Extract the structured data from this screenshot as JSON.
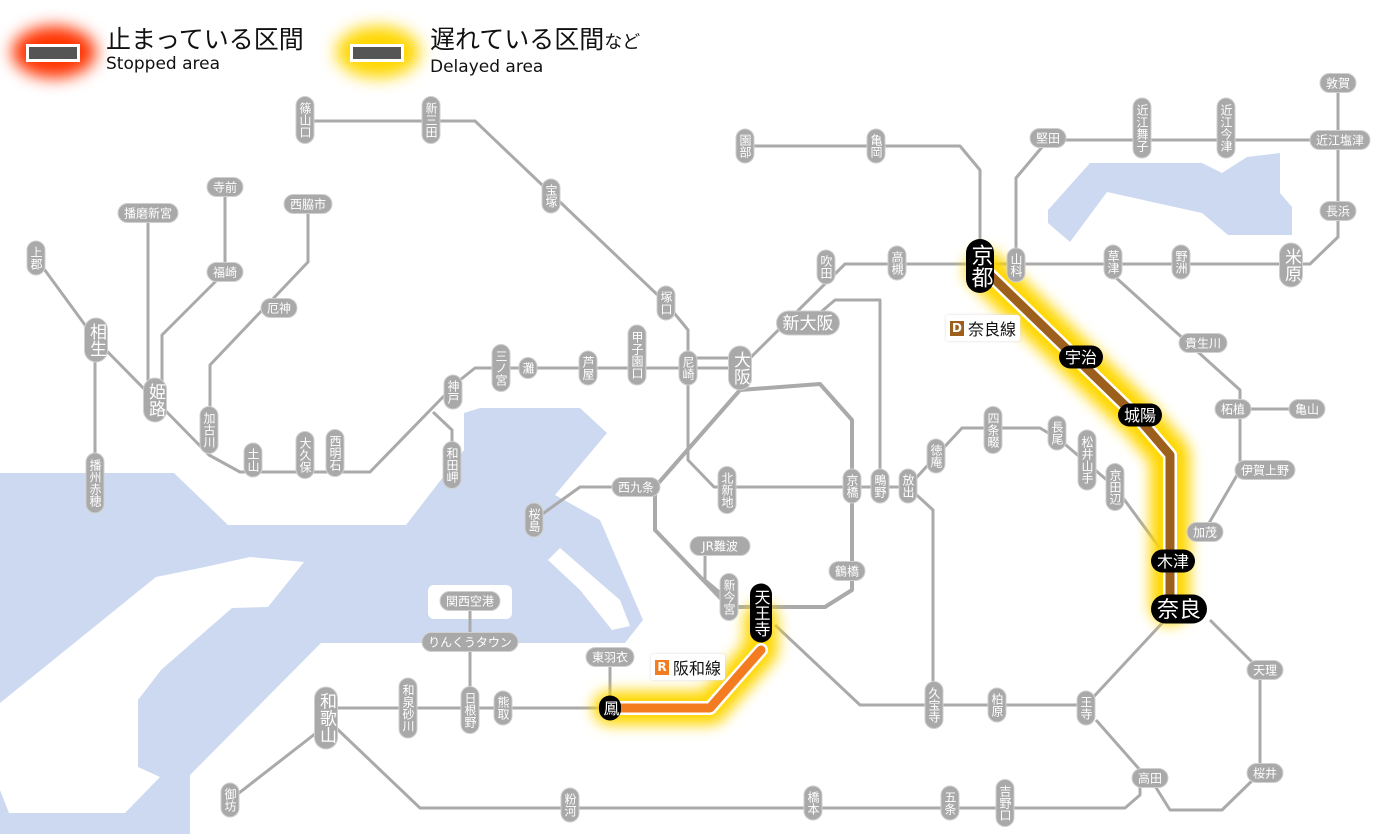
{
  "legend": {
    "stopped": {
      "jp": "止まっている区間",
      "en": "Stopped area",
      "glow_color": "#ff3300"
    },
    "delayed": {
      "jp": "遅れている区間",
      "jp_suffix": "など",
      "en": "Delayed area",
      "glow_color": "#ffd700"
    }
  },
  "line_labels": {
    "nara": {
      "code": "D",
      "name": "奈良線",
      "color": "#9c5f1c",
      "status": "delayed"
    },
    "hanwa": {
      "code": "R",
      "name": "阪和線",
      "color": "#f47c20",
      "status": "delayed"
    }
  },
  "colors": {
    "water": "#cdd9f1",
    "track": "#aaaaaa",
    "station": "#a9a9a9",
    "major_station": "#000000",
    "glow": "#ffd700"
  },
  "stations": [
    {
      "id": "kamigori",
      "name": "上郡"
    },
    {
      "id": "aioi",
      "name": "相生"
    },
    {
      "id": "banshu-ako",
      "name": "播州赤穂"
    },
    {
      "id": "harima-shingu",
      "name": "播磨新宮"
    },
    {
      "id": "himeji",
      "name": "姫路"
    },
    {
      "id": "teramae",
      "name": "寺前"
    },
    {
      "id": "fukusaki",
      "name": "福崎"
    },
    {
      "id": "nishiwakishi",
      "name": "西脇市"
    },
    {
      "id": "yakujin",
      "name": "厄神"
    },
    {
      "id": "kakogawa",
      "name": "加古川"
    },
    {
      "id": "tsuchiyama",
      "name": "土山"
    },
    {
      "id": "okubo",
      "name": "大久保"
    },
    {
      "id": "nishi-akashi",
      "name": "西明石"
    },
    {
      "id": "sasayamaguchi",
      "name": "篠山口"
    },
    {
      "id": "shin-sanda",
      "name": "新三田"
    },
    {
      "id": "takarazuka",
      "name": "宝塚"
    },
    {
      "id": "kobe",
      "name": "神戸"
    },
    {
      "id": "wadamisaki",
      "name": "和田岬"
    },
    {
      "id": "sannomiya",
      "name": "三ノ宮"
    },
    {
      "id": "nada",
      "name": "灘"
    },
    {
      "id": "ashiya",
      "name": "芦屋"
    },
    {
      "id": "koshienguchi",
      "name": "甲子園口"
    },
    {
      "id": "tsukaguchi",
      "name": "塚口"
    },
    {
      "id": "amagasaki",
      "name": "尼崎"
    },
    {
      "id": "osaka",
      "name": "大阪"
    },
    {
      "id": "suita",
      "name": "吹田"
    },
    {
      "id": "takatsuki",
      "name": "高槻"
    },
    {
      "id": "shin-osaka",
      "name": "新大阪"
    },
    {
      "id": "sonobe",
      "name": "園部"
    },
    {
      "id": "kameoka",
      "name": "亀岡"
    },
    {
      "id": "nishikujo",
      "name": "西九条"
    },
    {
      "id": "sakurajima",
      "name": "桜島"
    },
    {
      "id": "kitashinchi",
      "name": "北新地"
    },
    {
      "id": "kyobashi",
      "name": "京橋"
    },
    {
      "id": "shigino",
      "name": "鴫野"
    },
    {
      "id": "hanaten",
      "name": "放出"
    },
    {
      "id": "tokuan",
      "name": "徳庵"
    },
    {
      "id": "shijonawate",
      "name": "四条畷"
    },
    {
      "id": "nagao",
      "name": "長尾"
    },
    {
      "id": "matsuiyamate",
      "name": "松井山手"
    },
    {
      "id": "kyotanabe",
      "name": "京田辺"
    },
    {
      "id": "jr-namba",
      "name": "JR難波"
    },
    {
      "id": "shin-imamiya",
      "name": "新今宮"
    },
    {
      "id": "tennoji",
      "name": "天王寺"
    },
    {
      "id": "tsuruhashi",
      "name": "鶴橋"
    },
    {
      "id": "kansai-airport",
      "name": "関西空港"
    },
    {
      "id": "rinku-town",
      "name": "りんくうタウン"
    },
    {
      "id": "higashi-hagoromo",
      "name": "東羽衣"
    },
    {
      "id": "otori",
      "name": "鳳"
    },
    {
      "id": "kumatori",
      "name": "熊取"
    },
    {
      "id": "hineno",
      "name": "日根野"
    },
    {
      "id": "izumi-sunagawa",
      "name": "和泉砂川"
    },
    {
      "id": "wakayama",
      "name": "和歌山"
    },
    {
      "id": "gobo",
      "name": "御坊"
    },
    {
      "id": "kokawa",
      "name": "粉河"
    },
    {
      "id": "hashimoto",
      "name": "橋本"
    },
    {
      "id": "gojo",
      "name": "五条"
    },
    {
      "id": "yoshinoguchi",
      "name": "吉野口"
    },
    {
      "id": "kyuhoji",
      "name": "久宝寺"
    },
    {
      "id": "kashiwara",
      "name": "柏原"
    },
    {
      "id": "oji",
      "name": "王寺"
    },
    {
      "id": "takada",
      "name": "高田"
    },
    {
      "id": "sakurai",
      "name": "桜井"
    },
    {
      "id": "tenri",
      "name": "天理"
    },
    {
      "id": "nara",
      "name": "奈良"
    },
    {
      "id": "kizu",
      "name": "木津"
    },
    {
      "id": "kamo",
      "name": "加茂"
    },
    {
      "id": "iga-ueno",
      "name": "伊賀上野"
    },
    {
      "id": "tsuge",
      "name": "柘植"
    },
    {
      "id": "kameyama",
      "name": "亀山"
    },
    {
      "id": "kibukawa",
      "name": "貴生川"
    },
    {
      "id": "kusatsu",
      "name": "草津"
    },
    {
      "id": "yasu",
      "name": "野洲"
    },
    {
      "id": "maibara",
      "name": "米原"
    },
    {
      "id": "nagahama",
      "name": "長浜"
    },
    {
      "id": "tsuruga",
      "name": "敦賀"
    },
    {
      "id": "omi-shiotsu",
      "name": "近江塩津"
    },
    {
      "id": "omi-imazu",
      "name": "近江今津"
    },
    {
      "id": "omi-maiko",
      "name": "近江舞子"
    },
    {
      "id": "katata",
      "name": "堅田"
    },
    {
      "id": "yamashina",
      "name": "山科"
    },
    {
      "id": "kyoto",
      "name": "京都"
    },
    {
      "id": "uji",
      "name": "宇治"
    },
    {
      "id": "joyo",
      "name": "城陽"
    }
  ]
}
